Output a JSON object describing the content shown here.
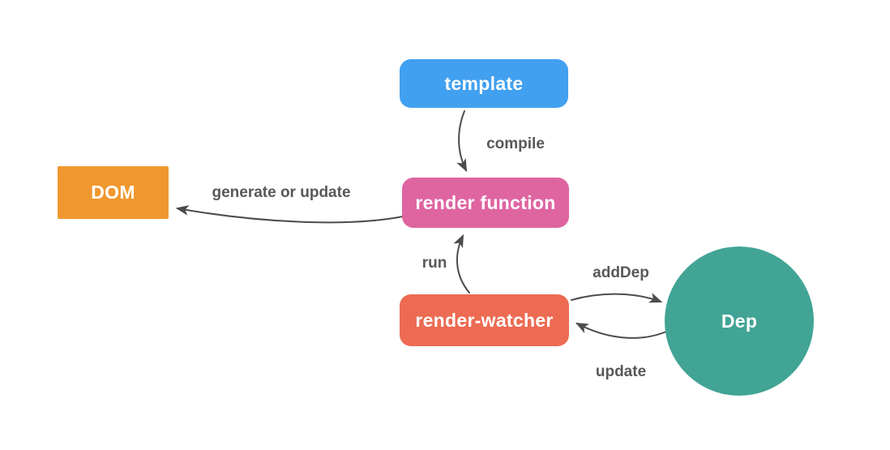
{
  "canvas": {
    "background": "#ffffff"
  },
  "nodes": [
    {
      "id": "template",
      "label": "template",
      "shape": "rounded-rect",
      "color": "#42a0f0",
      "text_color": "#ffffff"
    },
    {
      "id": "render-function",
      "label": "render function",
      "shape": "rounded-rect",
      "color": "#df65a1",
      "text_color": "#ffffff"
    },
    {
      "id": "dom",
      "label": "DOM",
      "shape": "rect",
      "color": "#f0982f",
      "text_color": "#ffffff"
    },
    {
      "id": "render-watcher",
      "label": "render-watcher",
      "shape": "rounded-rect",
      "color": "#ec6b52",
      "text_color": "#ffffff"
    },
    {
      "id": "dep",
      "label": "Dep",
      "shape": "circle",
      "color": "#41a495",
      "text_color": "#ffffff"
    }
  ],
  "edges": [
    {
      "label": "compile",
      "from": "template",
      "to": "render-function"
    },
    {
      "label": "generate or update",
      "from": "render-function",
      "to": "dom"
    },
    {
      "label": "run",
      "from": "render-watcher",
      "to": "render-function"
    },
    {
      "label": "addDep",
      "from": "render-watcher",
      "to": "dep"
    },
    {
      "label": "update",
      "from": "dep",
      "to": "render-watcher"
    }
  ],
  "edge_style": {
    "stroke_color": "#4b4c4d",
    "label_color": "#57585a"
  }
}
